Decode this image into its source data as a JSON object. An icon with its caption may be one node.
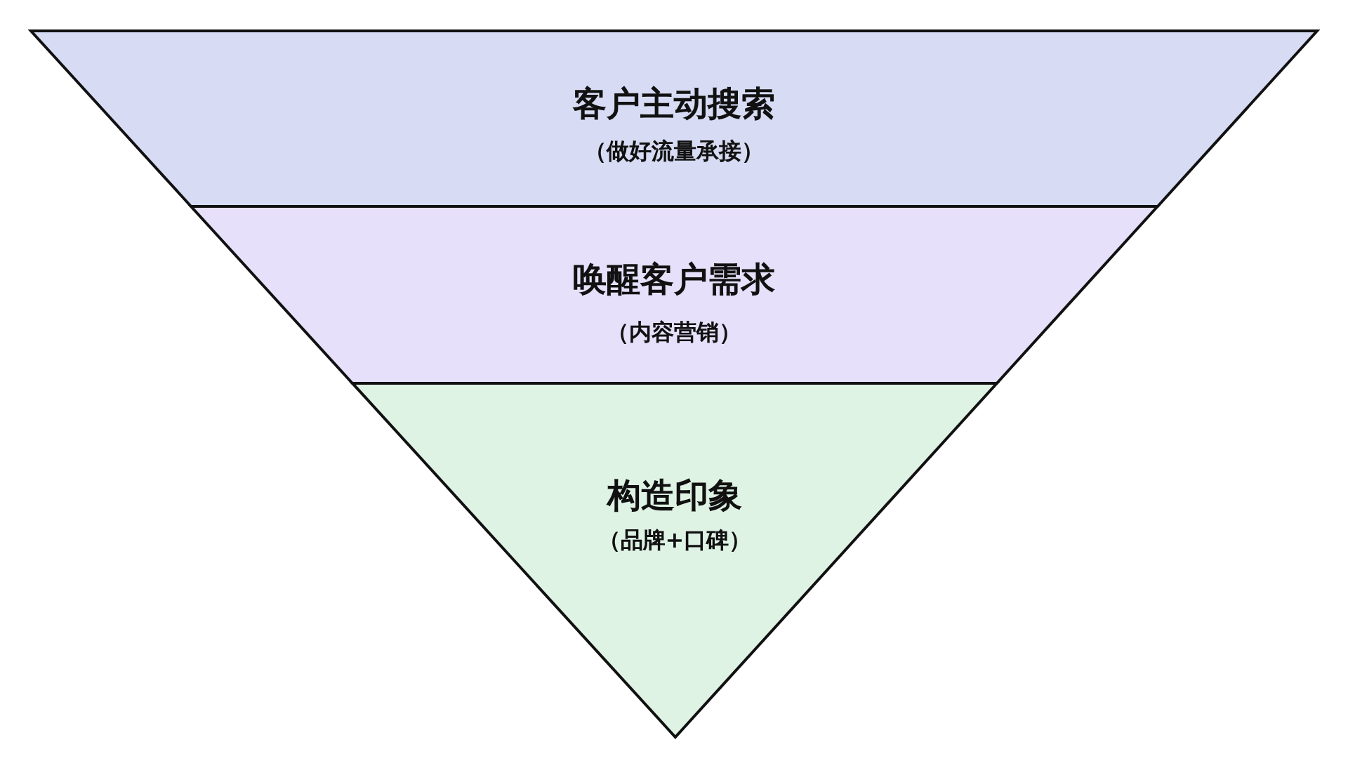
{
  "diagram": {
    "nodes": [
      {
        "text": [
          "客户主动搜索",
          "（做好流量承接）"
        ]
      },
      {
        "text": [
          "唤醒客户需求",
          "（内容营销）"
        ]
      },
      {
        "text": [
          "构造印象",
          "（品牌+口碑）"
        ]
      }
    ]
  }
}
